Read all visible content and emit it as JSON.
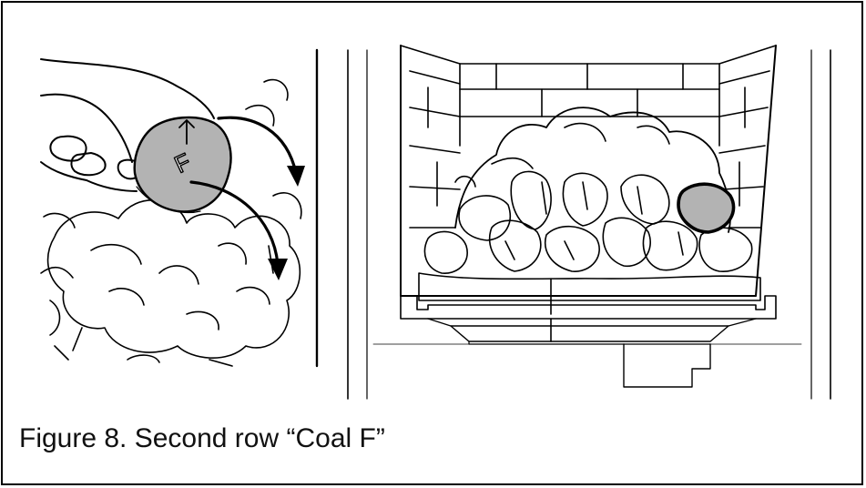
{
  "figure": {
    "caption": "Figure 8. Second row “Coal F”",
    "coal_marking": "F",
    "icons": {
      "left_panel": "hand-placing-coal-illustration",
      "right_panel": "fireplace-coal-bed-illustration",
      "arrows": "curved-arrow-icon",
      "highlight": "highlighted-coal-outline"
    },
    "colors": {
      "line": "#000000",
      "coal_fill": "#b3b3b3",
      "background": "#ffffff"
    }
  }
}
